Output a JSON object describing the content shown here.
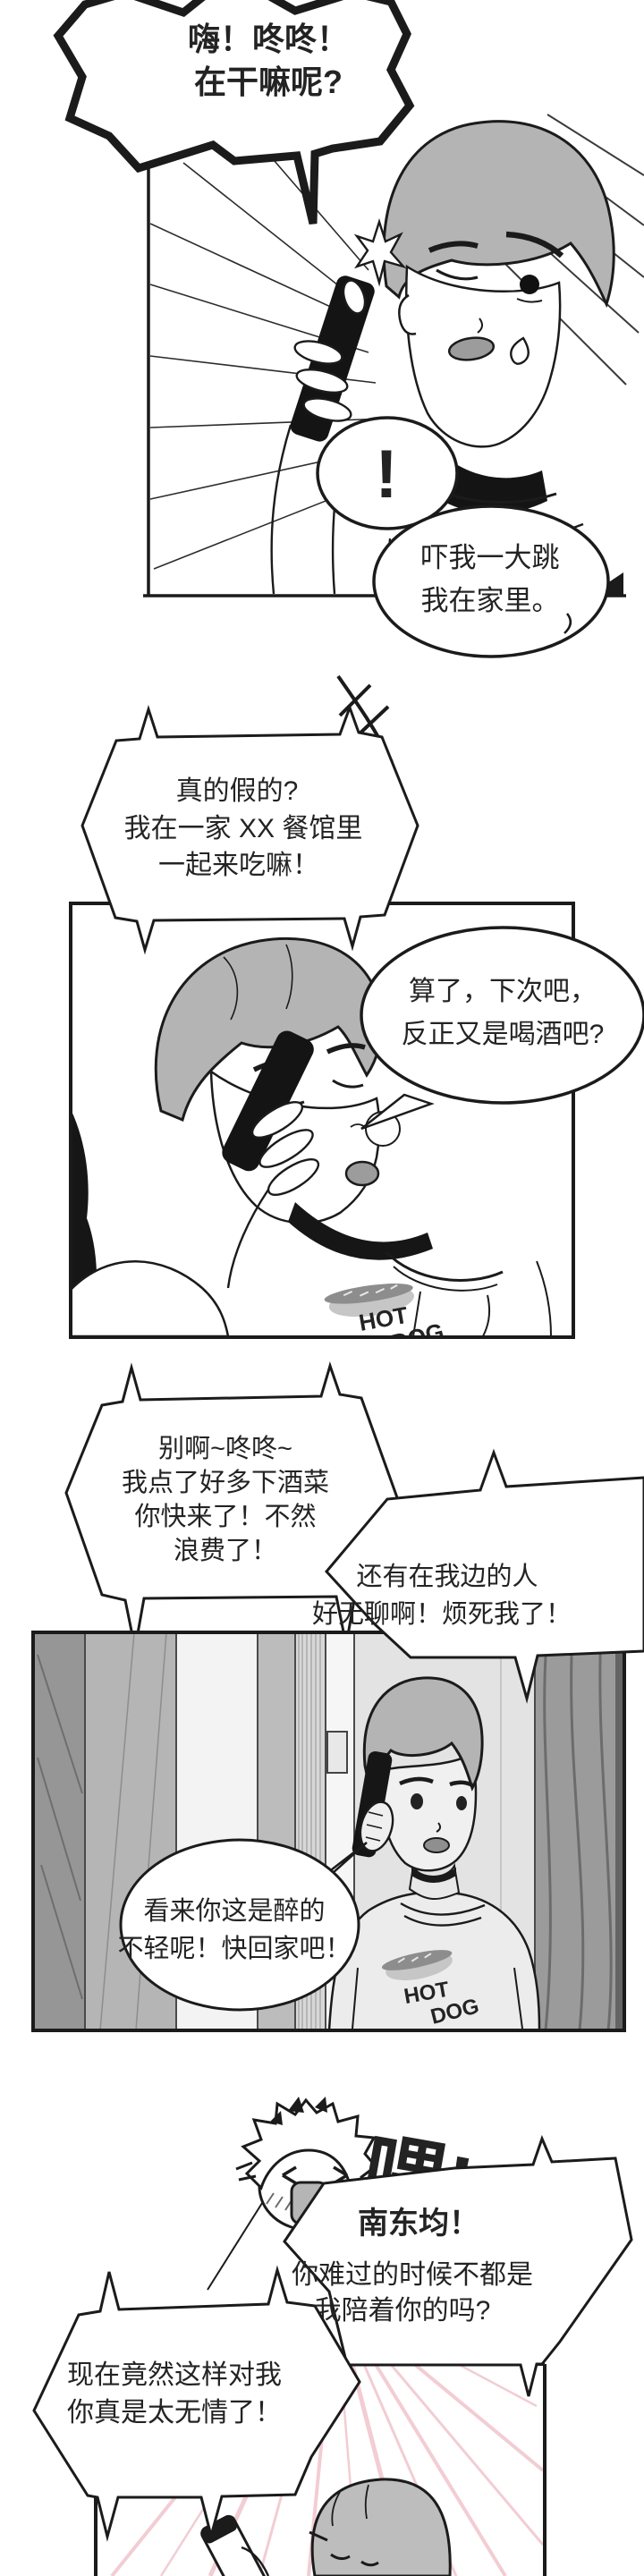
{
  "colors": {
    "ink": "#1b1b1b",
    "hair_gray": "#b4b4b4",
    "mouth_gray": "#9c9c9c",
    "shirt_print_gray": "#9a9a9a",
    "pink_ray": "#f2cdd3",
    "paper": "#ffffff"
  },
  "panel1": {
    "shout_bubble": {
      "lines": [
        "嗨！咚咚！",
        "在干嘛呢?"
      ]
    },
    "floating_mark": "!",
    "exclaim_bubble": {
      "text": "!"
    },
    "home_bubble": {
      "lines": [
        "吓我一大跳",
        "我在家里。"
      ]
    }
  },
  "phone_voice": {
    "restaurant": {
      "lines": [
        "真的假的?",
        "我在一家 XX 餐馆里",
        "一起来吃嘛！"
      ]
    },
    "dont_go": {
      "lines": [
        "别啊~咚咚~",
        "我点了好多下酒菜",
        "你快来了！不然",
        "浪费了！"
      ]
    },
    "bored": {
      "lines": [
        "还有在我边的人",
        "好无聊啊！烦死我了！"
      ]
    },
    "namdong": {
      "lines": [
        "南东均！",
        "你难过的时候不都是",
        "我陪着你的吗?"
      ]
    },
    "heartless": {
      "lines": [
        "现在竟然这样对我",
        "你真是太无情了！"
      ]
    }
  },
  "speech": {
    "next_time": {
      "lines": [
        "算了，下次吧，",
        "反正又是喝酒吧?"
      ]
    },
    "drunk": {
      "lines": [
        "看来你这是醉的",
        "不轻呢！快回家吧！"
      ]
    },
    "wei": "喂!"
  },
  "shirt_print": {
    "line1": "HOT",
    "line2": "DOG"
  }
}
